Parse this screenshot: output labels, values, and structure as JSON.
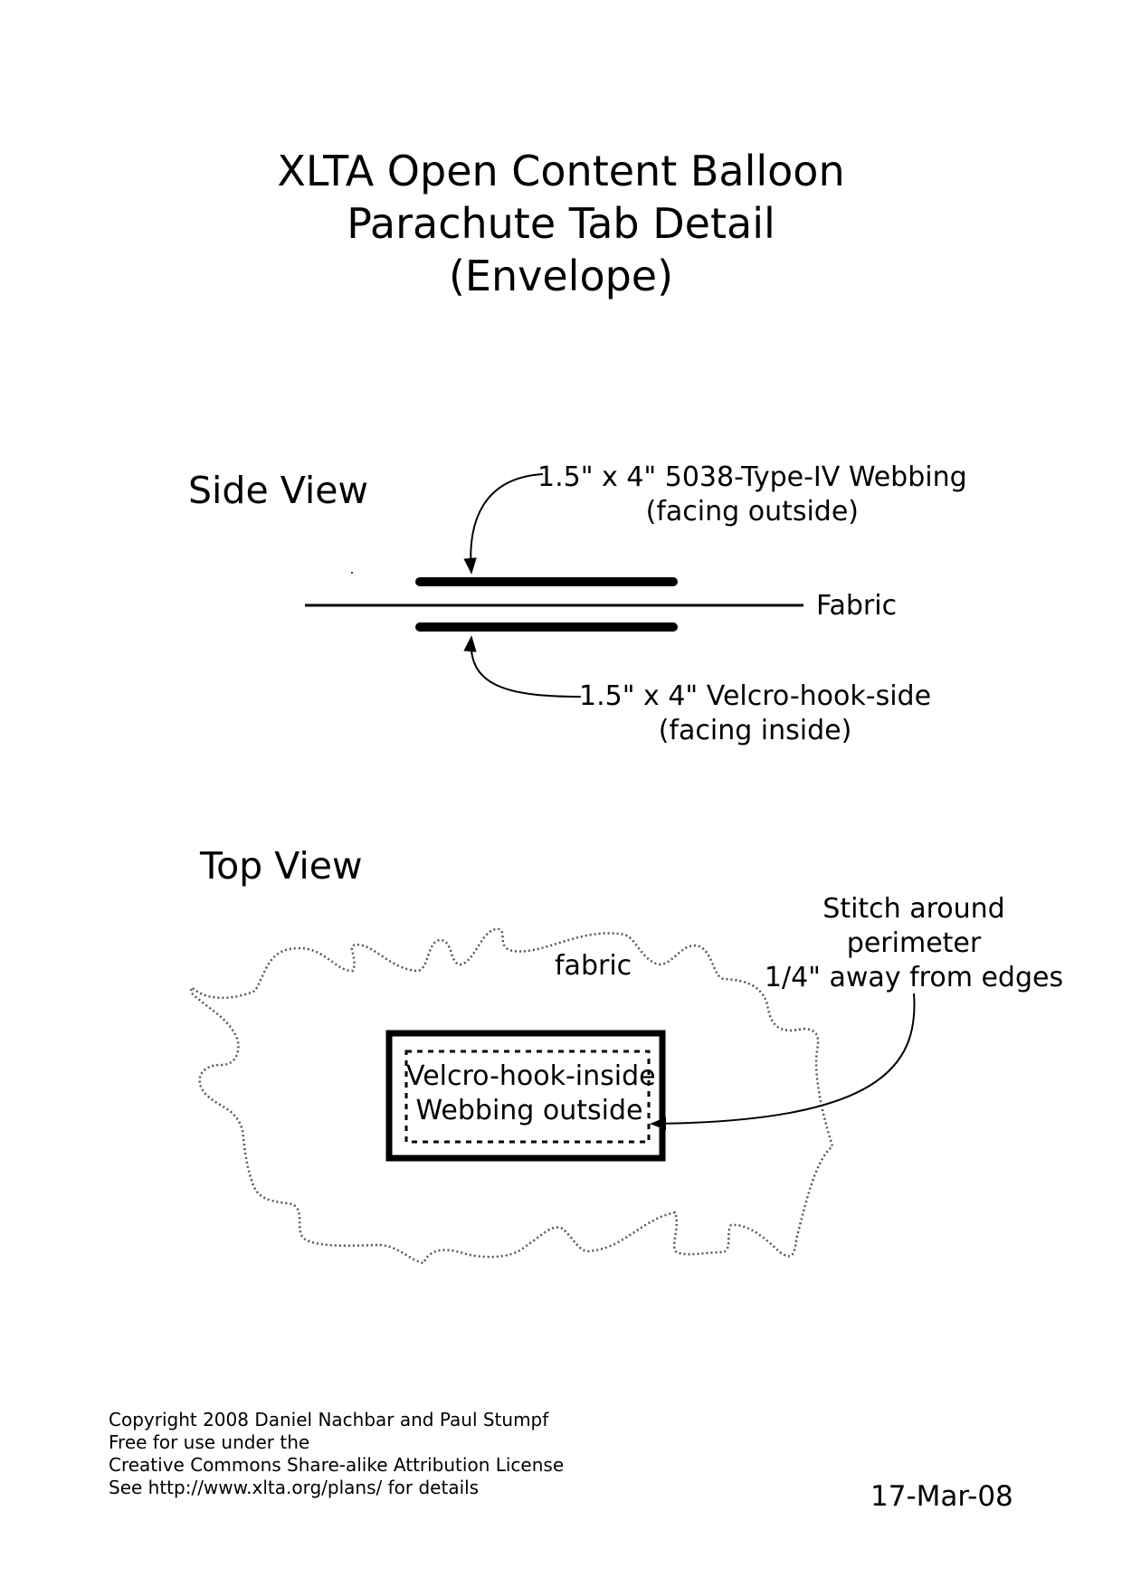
{
  "title": {
    "line1": "XLTA Open Content Balloon",
    "line2": "Parachute Tab Detail",
    "line3": "(Envelope)"
  },
  "side_view": {
    "heading": "Side View",
    "webbing_label": {
      "line1": "1.5\" x 4\" 5038-Type-IV Webbing",
      "line2": "(facing outside)"
    },
    "fabric_label": "Fabric",
    "velcro_label": {
      "line1": "1.5\" x 4\" Velcro-hook-side",
      "line2": "(facing inside)"
    }
  },
  "top_view": {
    "heading": "Top View",
    "fabric_label": "fabric",
    "tab_label": {
      "line1": "Velcro-hook-inside",
      "line2": "Webbing outside"
    },
    "stitch_label": {
      "line1": "Stitch around",
      "line2": "perimeter",
      "line3": "1/4\" away from edges"
    }
  },
  "footer": {
    "line1": "Copyright 2008 Daniel Nachbar and Paul Stumpf",
    "line2": "Free for use under the",
    "line3": "Creative Commons Share-alike Attribution License",
    "line4": "See http://www.xlta.org/plans/ for details"
  },
  "date": "17-Mar-08",
  "colors": {
    "ink": "#000000",
    "fabric_outline": "#555555",
    "background": "#ffffff"
  }
}
